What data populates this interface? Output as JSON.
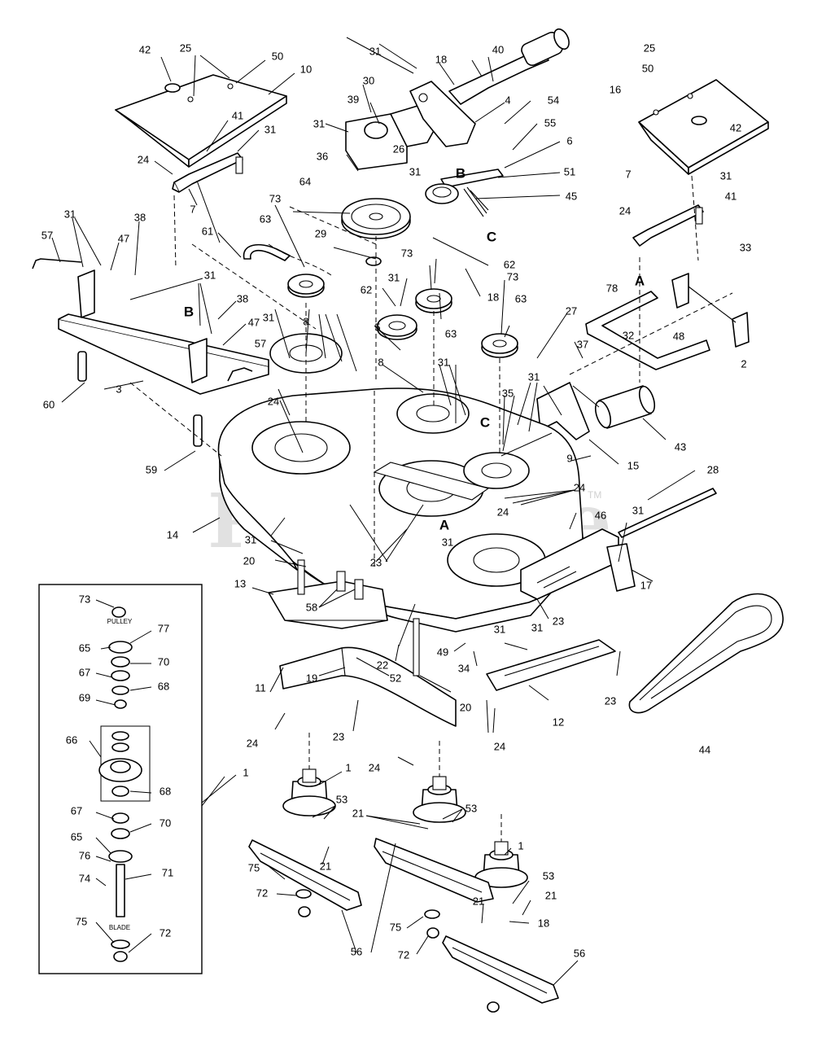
{
  "watermark": {
    "text": "PartsTree",
    "tm": "TM"
  },
  "inset": {
    "pulley_label": "PULLEY",
    "blade_label": "BLADE"
  },
  "letters": [
    "A",
    "B",
    "C"
  ],
  "callouts": [
    "1",
    "2",
    "3",
    "4",
    "5",
    "6",
    "7",
    "8",
    "9",
    "10",
    "11",
    "12",
    "13",
    "14",
    "15",
    "16",
    "17",
    "18",
    "19",
    "20",
    "21",
    "22",
    "23",
    "24",
    "25",
    "26",
    "27",
    "28",
    "29",
    "30",
    "31",
    "32",
    "33",
    "34",
    "35",
    "36",
    "37",
    "38",
    "39",
    "40",
    "41",
    "42",
    "43",
    "44",
    "45",
    "46",
    "47",
    "48",
    "49",
    "50",
    "51",
    "52",
    "53",
    "54",
    "55",
    "56",
    "57",
    "58",
    "59",
    "60",
    "61",
    "62",
    "63",
    "64",
    "65",
    "66",
    "67",
    "68",
    "69",
    "70",
    "71",
    "72",
    "73",
    "74",
    "75",
    "76",
    "77",
    "78"
  ]
}
